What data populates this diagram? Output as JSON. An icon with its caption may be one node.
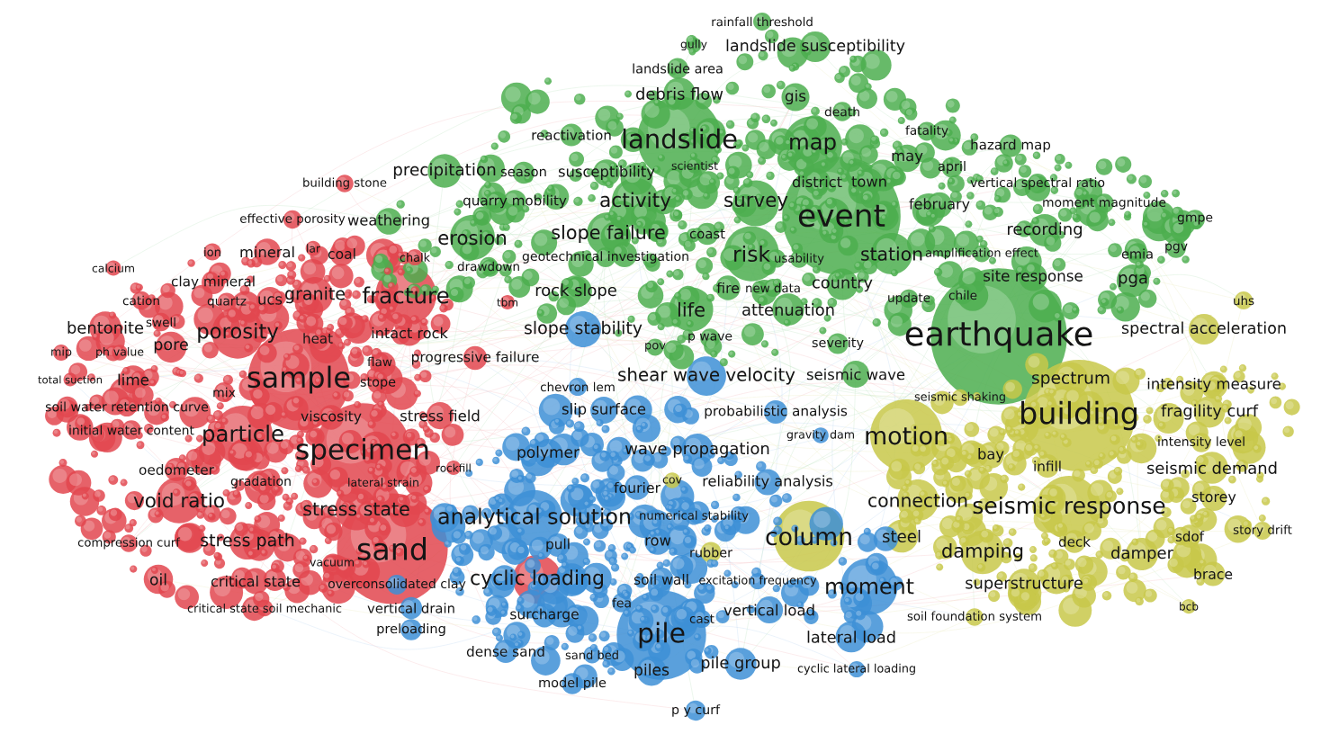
{
  "diagram": {
    "labels": [
      "rainfall threshold",
      "gully",
      "landslide susceptibility",
      "landslide area",
      "debris flow",
      "gis",
      "death",
      "fatality",
      "reactivation",
      "landslide",
      "map",
      "hazard map",
      "may",
      "scientist",
      "april",
      "precipitation",
      "season",
      "susceptibility",
      "district",
      "town",
      "building stone",
      "vertical spectral ratio",
      "quarry mobility",
      "activity",
      "survey",
      "moment magnitude",
      "february",
      "event",
      "gmpe",
      "effective porosity",
      "weathering",
      "recording",
      "slope failure",
      "coast",
      "erosion",
      "lar",
      "pgv",
      "ion",
      "mineral",
      "coal",
      "risk",
      "station",
      "amplification effect",
      "emia",
      "chalk",
      "geotechnical investigation",
      "usability",
      "drawdown",
      "calcium",
      "site response",
      "pga",
      "clay mineral",
      "country",
      "fire",
      "new data",
      "rock slope",
      "granite",
      "fracture",
      "chile",
      "update",
      "cation",
      "ucs",
      "uhs",
      "quartz",
      "tbm",
      "life",
      "attenuation",
      "swell",
      "bentonite",
      "slope stability",
      "spectral acceleration",
      "porosity",
      "intact rock",
      "earthquake",
      "heat",
      "p wave",
      "severity",
      "pov",
      "pore",
      "mip",
      "ph value",
      "progressive failure",
      "flaw",
      "seismic wave",
      "shear wave velocity",
      "total suction",
      "lime",
      "sample",
      "spectrum",
      "stope",
      "intensity measure",
      "chevron lem",
      "mix",
      "seismic shaking",
      "soil water retention curve",
      "slip surface",
      "probabilistic analysis",
      "fragility curf",
      "building",
      "stress field",
      "viscosity",
      "initial water content",
      "particle",
      "gravity dam",
      "motion",
      "intensity level",
      "wave propagation",
      "specimen",
      "polymer",
      "bay",
      "infill",
      "seismic demand",
      "rockfill",
      "oedometer",
      "cov",
      "gradation",
      "lateral strain",
      "reliability analysis",
      "fourier",
      "storey",
      "void ratio",
      "connection",
      "seismic response",
      "stress state",
      "numerical stability",
      "analytical solution",
      "story drift",
      "column",
      "steel",
      "sdof",
      "row",
      "deck",
      "stress path",
      "compression curf",
      "pull",
      "sand",
      "rubber",
      "damping",
      "damper",
      "vacuum",
      "brace",
      "cyclic loading",
      "oil",
      "soil wall",
      "critical state",
      "excitation frequency",
      "overconsolidated clay",
      "superstructure",
      "moment",
      "fea",
      "bcb",
      "critical state soil mechanic",
      "vertical drain",
      "vertical load",
      "surcharge",
      "soil foundation system",
      "cast",
      "preloading",
      "pile",
      "lateral load",
      "dense sand",
      "sand bed",
      "pile group",
      "cyclic lateral loading",
      "piles",
      "model pile",
      "p y curf"
    ]
  }
}
